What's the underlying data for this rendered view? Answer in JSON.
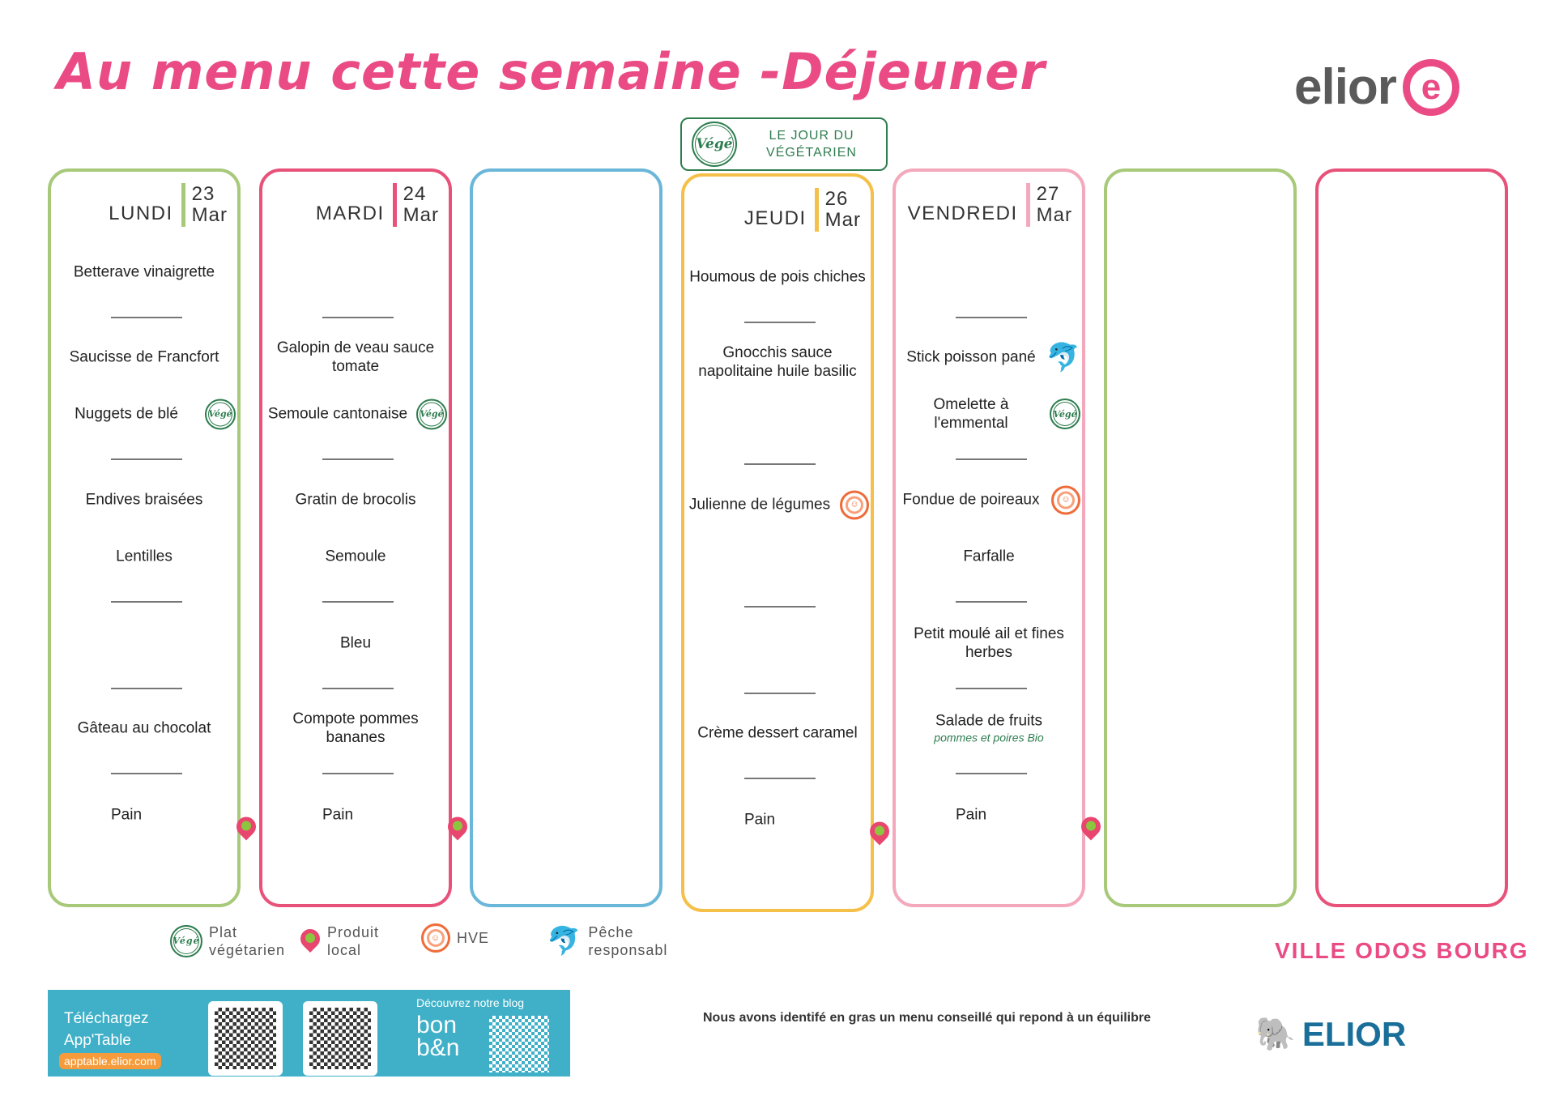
{
  "title": "Au menu cette semaine -Déjeuner",
  "logo": {
    "text": "elior",
    "mark": "e"
  },
  "vege_day": {
    "badge": "Végé",
    "line1": "LE JOUR DU",
    "line2": "VÉGÉTARIEN"
  },
  "columns": [
    {
      "day": "LUNDI",
      "num": "23",
      "month": "Mar",
      "color": "#a8c97a",
      "items": [
        {
          "slot": "entree",
          "text": "Betterave vinaigrette"
        },
        {
          "slot": "main1",
          "text": "Saucisse de Francfort"
        },
        {
          "slot": "main2",
          "text": "Nuggets de blé",
          "icon": "vege"
        },
        {
          "slot": "veg1",
          "text": "Endives braisées"
        },
        {
          "slot": "veg2",
          "text": "Lentilles"
        },
        {
          "slot": "dessert",
          "text": "Gâteau au chocolat"
        },
        {
          "slot": "pain",
          "text": "Pain",
          "icon": "local"
        }
      ]
    },
    {
      "day": "MARDI",
      "num": "24",
      "month": "Mar",
      "color": "#e8527a",
      "items": [
        {
          "slot": "main1",
          "text": "Galopin de veau sauce tomate"
        },
        {
          "slot": "main2",
          "text": "Semoule cantonaise",
          "icon": "vege"
        },
        {
          "slot": "veg1",
          "text": "Gratin de brocolis"
        },
        {
          "slot": "veg2",
          "text": "Semoule"
        },
        {
          "slot": "cheese",
          "text": "Bleu"
        },
        {
          "slot": "dessert",
          "text": "Compote pommes bananes"
        },
        {
          "slot": "pain",
          "text": "Pain",
          "icon": "local"
        }
      ]
    },
    {
      "color": "#6bb7d9",
      "items": []
    },
    {
      "day": "JEUDI",
      "num": "26",
      "month": "Mar",
      "color": "#f5c04a",
      "items": [
        {
          "slot": "entree",
          "text": "Houmous de pois chiches"
        },
        {
          "slot": "main1",
          "text": "Gnocchis sauce napolitaine huile basilic"
        },
        {
          "slot": "veg1",
          "text": "Julienne de légumes",
          "icon": "hve"
        },
        {
          "slot": "dessert",
          "text": "Crème dessert caramel"
        },
        {
          "slot": "pain",
          "text": "Pain",
          "icon": "local"
        }
      ]
    },
    {
      "day": "VENDREDI",
      "num": "27",
      "month": "Mar",
      "color": "#f4a8bc",
      "items": [
        {
          "slot": "main1",
          "text": "Stick poisson pané",
          "icon": "fish"
        },
        {
          "slot": "main2",
          "text": "Omelette à l'emmental",
          "icon": "vege"
        },
        {
          "slot": "veg1",
          "text": "Fondue de poireaux",
          "icon": "hve"
        },
        {
          "slot": "veg2",
          "text": "Farfalle"
        },
        {
          "slot": "cheese",
          "text": "Petit moulé ail et fines herbes"
        },
        {
          "slot": "dessert",
          "text": "Salade de fruits",
          "sub": "pommes et poires Bio"
        },
        {
          "slot": "pain",
          "text": "Pain",
          "icon": "local"
        }
      ]
    },
    {
      "color": "#a8c97a",
      "items": []
    },
    {
      "color": "#e8527a",
      "items": []
    }
  ],
  "legend": [
    {
      "icon": "vege",
      "line1": "Plat",
      "line2": "végétarien"
    },
    {
      "icon": "local",
      "line1": "Produit",
      "line2": "local"
    },
    {
      "icon": "hve",
      "line1": "HVE",
      "line2": ""
    },
    {
      "icon": "fish",
      "line1": "Pêche",
      "line2": "responsabl"
    }
  ],
  "site": "VILLE ODOS BOURG",
  "banner": {
    "line1": "Téléchargez",
    "line2": "App'Table",
    "url": "apptable.elior.com",
    "blog": "Découvrez notre blog",
    "bon1": "bon",
    "bon2": "b&n"
  },
  "note": "Nous avons identifé en gras un menu conseillé qui repond à un équilibre",
  "footer_logo": "ELIOR",
  "icons": {
    "vege": "Végé",
    "hve": "☺"
  }
}
